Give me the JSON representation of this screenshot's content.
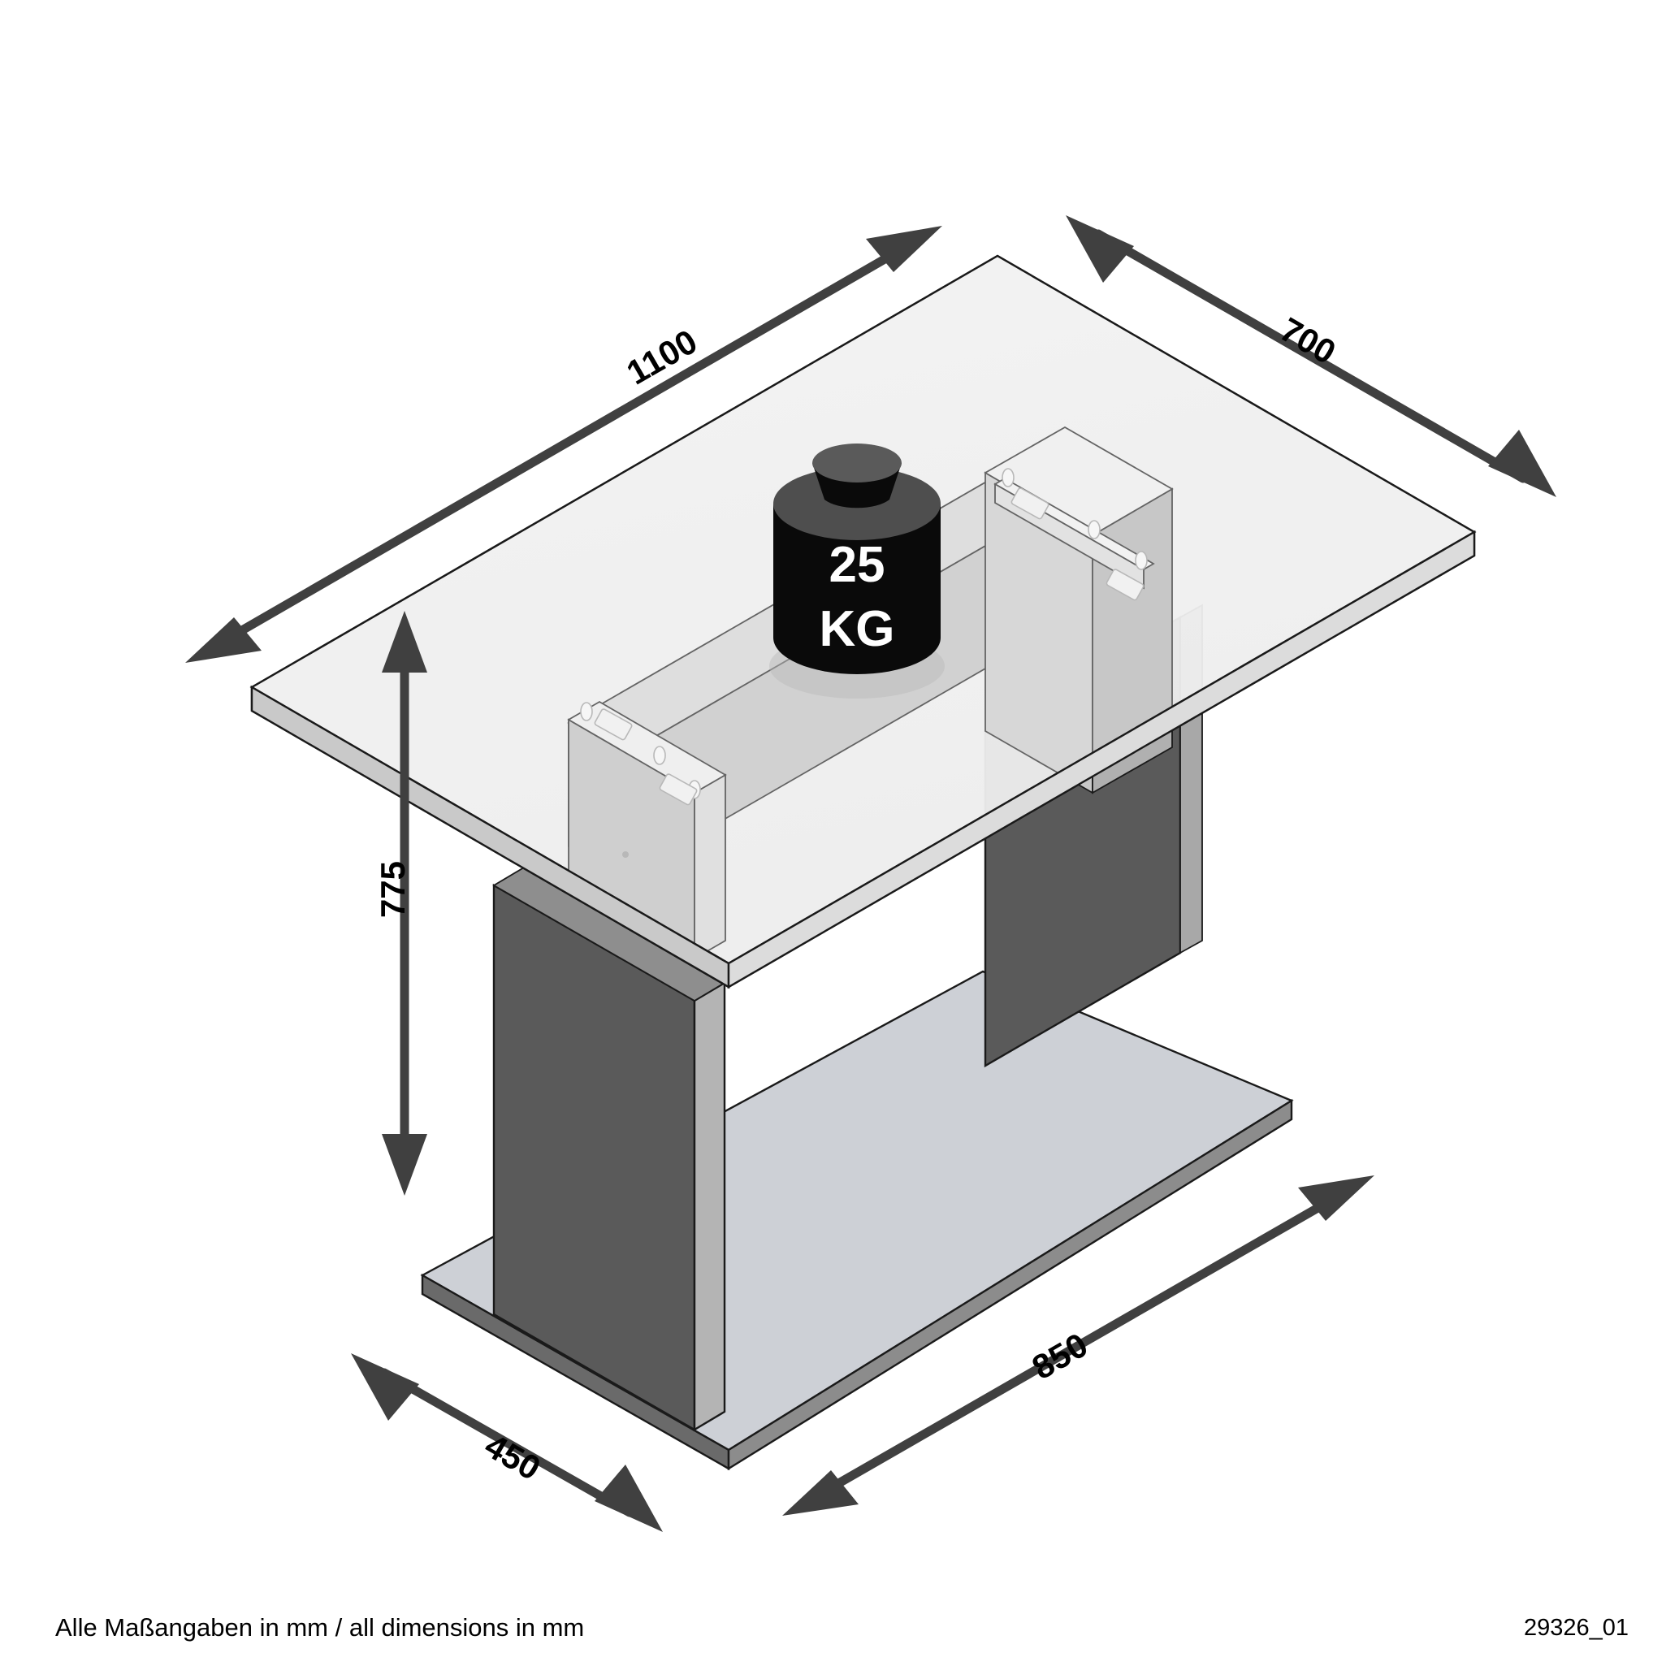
{
  "document": {
    "type": "technical-dimension-drawing",
    "subject": "coffee-table",
    "footer_note": "Alle Maßangaben in mm / all dimensions in mm",
    "drawing_code": "29326_01"
  },
  "dimensions": {
    "top_width": {
      "value": "1100",
      "unit": "mm",
      "describes": "tabletop length"
    },
    "top_depth": {
      "value": "700",
      "unit": "mm",
      "describes": "tabletop depth"
    },
    "height": {
      "value": "775",
      "unit": "mm",
      "describes": "overall table height"
    },
    "base_length": {
      "value": "850",
      "unit": "mm",
      "describes": "base plate length"
    },
    "base_depth": {
      "value": "450",
      "unit": "mm",
      "describes": "base plate depth"
    }
  },
  "load_indicator": {
    "value": "25",
    "unit": "KG",
    "describes": "maximum load capacity"
  },
  "colors": {
    "top_face": "#efefef",
    "top_edge": "#c9c9c9",
    "base_face": "#cdd0d6",
    "base_edge": "#5e5e5e",
    "leg_dark": "#5a5a5a",
    "leg_light": "#b8b8b8",
    "panel_light": "#e4e4e4",
    "dimension_line": "#404040",
    "outline": "#1a1a1a",
    "weight_body": "#0a0a0a",
    "weight_top": "#5a5a5a"
  }
}
